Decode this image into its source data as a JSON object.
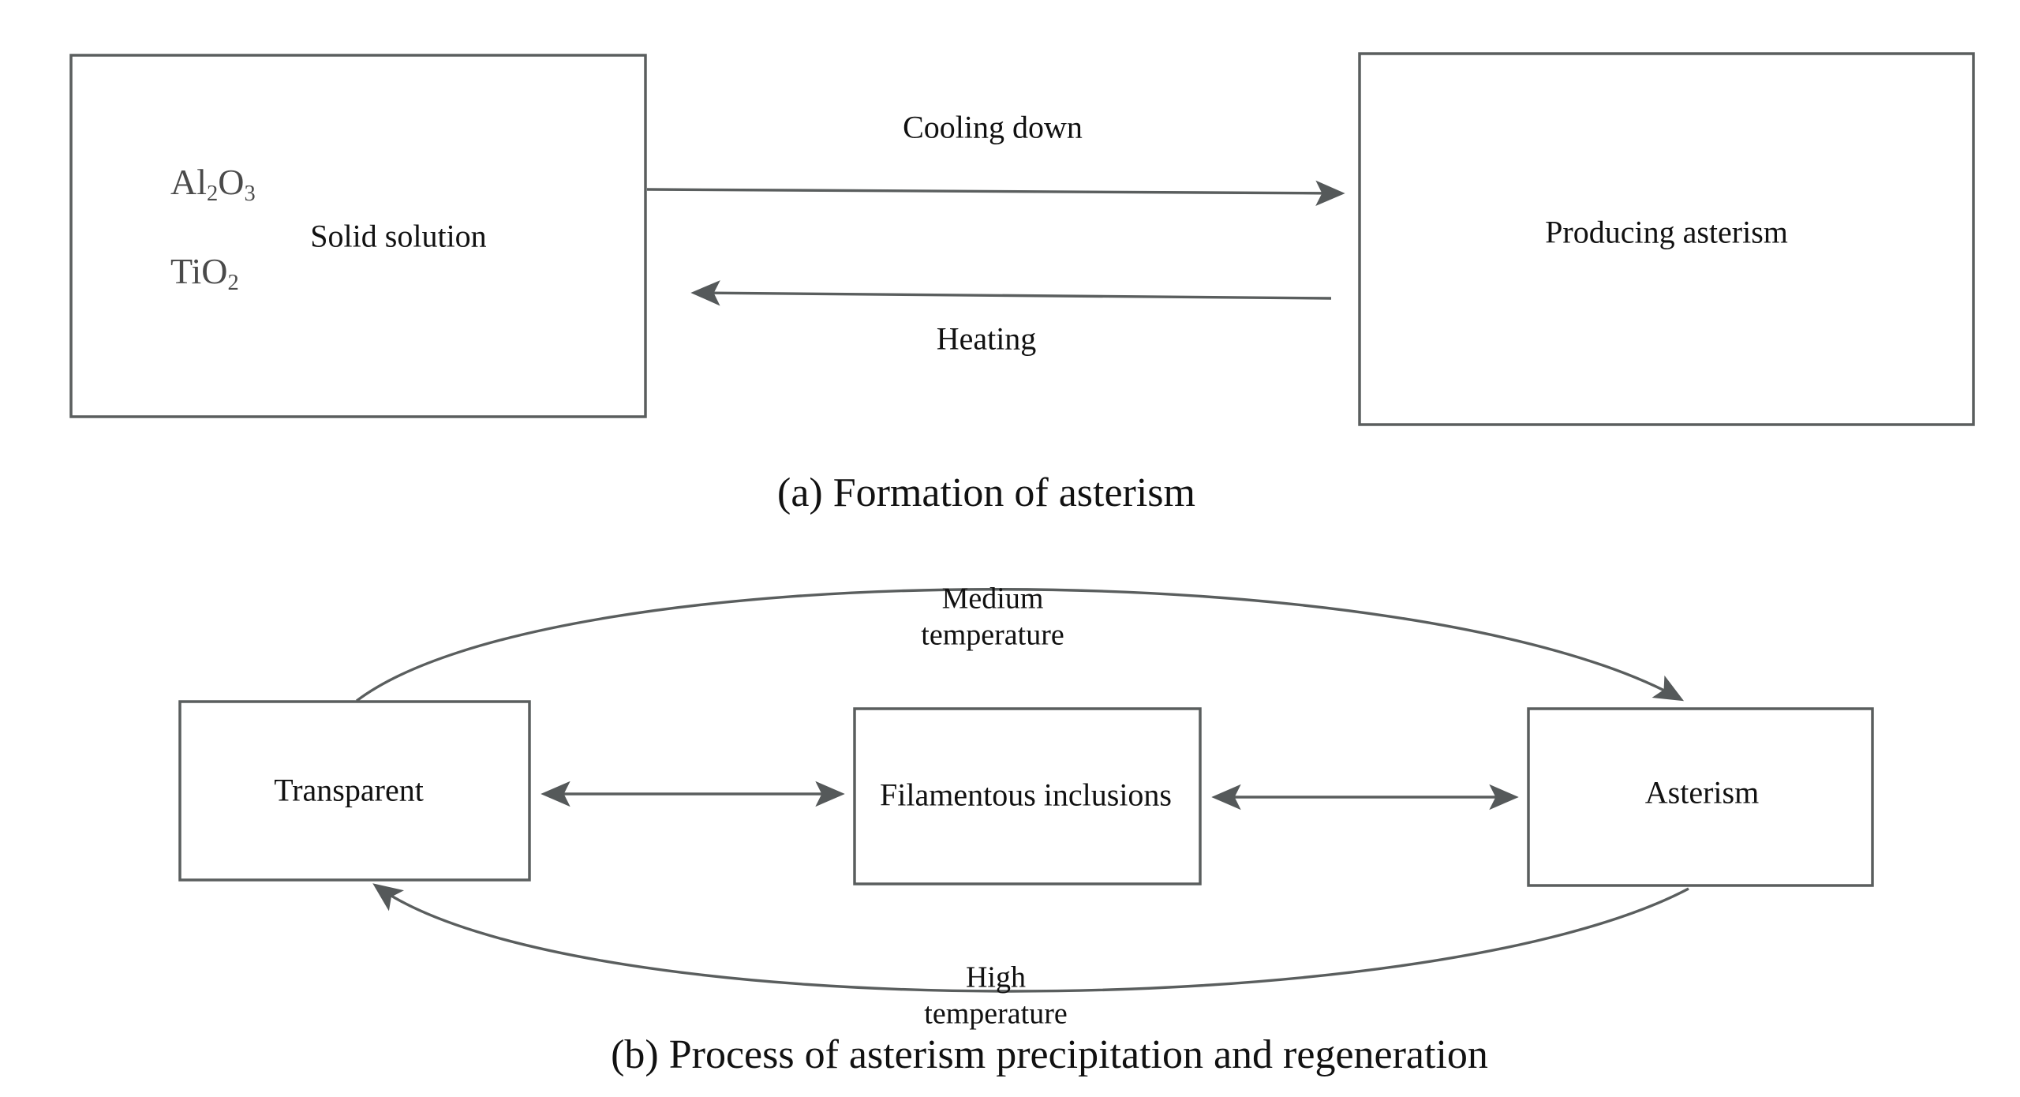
{
  "figure": {
    "panels": [
      {
        "id": "a",
        "caption": "(a) Formation of asterism",
        "boxes": [
          {
            "name": "solid-solution-box",
            "label": "Solid solution",
            "formulas": [
              {
                "base1": "Al",
                "sub1": "2",
                "base2": "O",
                "sub2": "3"
              },
              {
                "base1": "TiO",
                "sub1": "2"
              }
            ]
          },
          {
            "name": "producing-asterism-box",
            "label": "Producing asterism"
          }
        ],
        "arrows": [
          {
            "name": "cooling-down-arrow",
            "label": "Cooling down",
            "direction": "right"
          },
          {
            "name": "heating-arrow",
            "label": "Heating",
            "direction": "left"
          }
        ]
      },
      {
        "id": "b",
        "caption": "(b) Process of asterism precipitation and regeneration",
        "boxes": [
          {
            "name": "transparent-box",
            "label": "Transparent"
          },
          {
            "name": "filamentous-inclusions-box",
            "label": "Filamentous inclusions"
          },
          {
            "name": "asterism-box",
            "label": "Asterism"
          }
        ],
        "arrows": [
          {
            "name": "transparent-filamentous-arrow",
            "label": "",
            "direction": "both"
          },
          {
            "name": "filamentous-asterism-arrow",
            "label": "",
            "direction": "both"
          },
          {
            "name": "medium-temperature-curve",
            "label_line1": "Medium",
            "label_line2": "temperature",
            "direction": "right"
          },
          {
            "name": "high-temperature-curve",
            "label_line1": "High",
            "label_line2": "temperature",
            "direction": "left"
          }
        ]
      }
    ]
  },
  "text": {
    "al2o3_base1": "Al",
    "al2o3_sub1": "2",
    "al2o3_base2": "O",
    "al2o3_sub2": "3",
    "tio2_base": "TiO",
    "tio2_sub": "2",
    "solid_solution": "Solid solution",
    "producing_asterism": "Producing asterism",
    "cooling_down": "Cooling down",
    "heating": "Heating",
    "caption_a": "(a) Formation of asterism",
    "medium_line1": "Medium",
    "medium_line2": "temperature",
    "transparent": "Transparent",
    "filamentous_inclusions": "Filamentous inclusions",
    "asterism": "Asterism",
    "high_line1": "High",
    "high_line2": "temperature",
    "caption_b": "(b) Process of asterism precipitation and regeneration"
  },
  "colors": {
    "background": "#ffffff",
    "stroke": "#5a5e5e",
    "text": "#111111",
    "formula_text": "#4a4a4a"
  }
}
